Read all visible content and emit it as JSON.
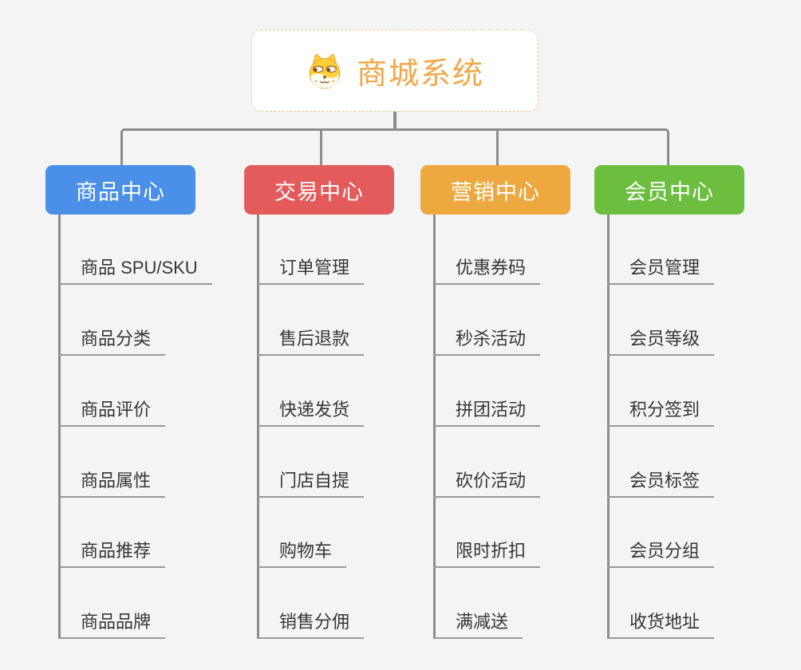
{
  "root": {
    "title": "商城系统",
    "icon": "doge-icon",
    "text_color": "#f0a84a",
    "border_color": "#f1c789",
    "background": "#ffffff"
  },
  "connector_color": "#8c8c8c",
  "underline_color": "#999999",
  "page_background": "#f4f4f4",
  "branches": [
    {
      "label": "商品中心",
      "color": "#4a8fe8",
      "children": [
        "商品 SPU/SKU",
        "商品分类",
        "商品评价",
        "商品属性",
        "商品推荐",
        "商品品牌"
      ]
    },
    {
      "label": "交易中心",
      "color": "#e45b5b",
      "children": [
        "订单管理",
        "售后退款",
        "快递发货",
        "门店自提",
        "购物车",
        "销售分佣"
      ]
    },
    {
      "label": "营销中心",
      "color": "#eda93f",
      "children": [
        "优惠券码",
        "秒杀活动",
        "拼团活动",
        "砍价活动",
        "限时折扣",
        "满减送"
      ]
    },
    {
      "label": "会员中心",
      "color": "#6cbe3f",
      "children": [
        "会员管理",
        "会员等级",
        "积分签到",
        "会员标签",
        "会员分组",
        "收货地址"
      ]
    }
  ]
}
